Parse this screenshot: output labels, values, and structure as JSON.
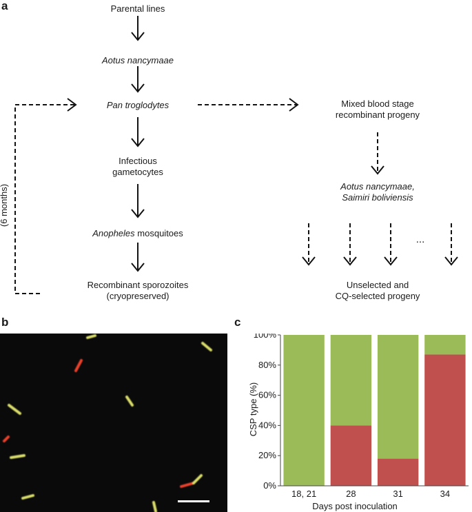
{
  "panel_a": {
    "label": "a",
    "parental": "Parental lines",
    "aotus": "Aotus nancymaae",
    "pan": "Pan troglodytes",
    "gametocytes_line1": "Infectious",
    "gametocytes_line2": "gametocytes",
    "anopheles_italic": "Anopheles",
    "anopheles_rest": " mosquitoes",
    "sporozoites_line1": "Recombinant sporozoites",
    "sporozoites_line2": "(cryopreserved)",
    "mixed_line1": "Mixed blood stage",
    "mixed_line2": "recombinant progeny",
    "hosts_line1": "Aotus nancymaae,",
    "hosts_line2": "Saimiri boliviensis",
    "ellipsis": "...",
    "unselected_line1": "Unselected and",
    "unselected_line2": "CQ-selected progeny",
    "loop_label": "(6 months)"
  },
  "panel_b": {
    "label": "b",
    "background_color": "#0a0a0a",
    "green_color": "#d8dc6a",
    "red_color": "#e8402a"
  },
  "panel_c": {
    "label": "c"
  },
  "chart_data": {
    "type": "bar",
    "stacked": true,
    "categories": [
      "18, 21",
      "28",
      "31",
      "34"
    ],
    "series": [
      {
        "values": [
          0,
          40,
          18,
          87
        ],
        "color": "#c0504d"
      },
      {
        "values": [
          100,
          60,
          82,
          13
        ],
        "color": "#9bbb59"
      }
    ],
    "xlabel": "Days post inoculation",
    "ylabel": "CSP type (%)",
    "ylim": [
      0,
      100
    ],
    "yticks": [
      0,
      20,
      40,
      60,
      80,
      100
    ],
    "ytick_labels": [
      "0%",
      "20%",
      "40%",
      "60%",
      "80%",
      "100%"
    ],
    "grid": false
  }
}
